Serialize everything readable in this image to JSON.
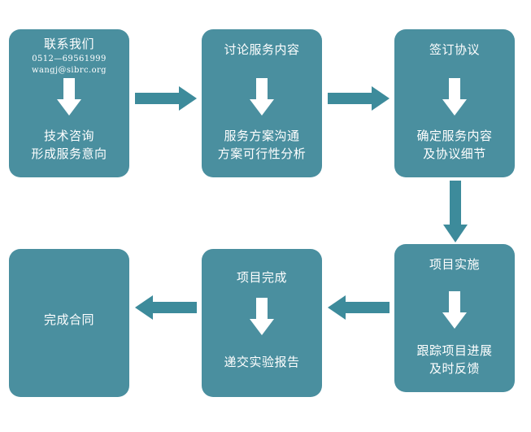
{
  "colors": {
    "box": "#4a8f9f",
    "arrow": "#3d8b9b",
    "text": "#ffffff"
  },
  "steps": {
    "contact": {
      "title": "联系我们",
      "phone": "0512—69561999",
      "email": "wangj@sibrc.org",
      "body": [
        "技术咨询",
        "形成服务意向"
      ]
    },
    "discuss": {
      "title": "讨论服务内容",
      "body": [
        "服务方案沟通",
        "方案可行性分析"
      ]
    },
    "sign": {
      "title": "签订协议",
      "body": [
        "确定服务内容",
        "及协议细节"
      ]
    },
    "implement": {
      "title": "项目实施",
      "body": [
        "跟踪项目进展",
        "及时反馈"
      ]
    },
    "complete": {
      "title": "项目完成",
      "body": [
        "递交实验报告"
      ]
    },
    "finish": {
      "body": [
        "完成合同"
      ]
    }
  }
}
